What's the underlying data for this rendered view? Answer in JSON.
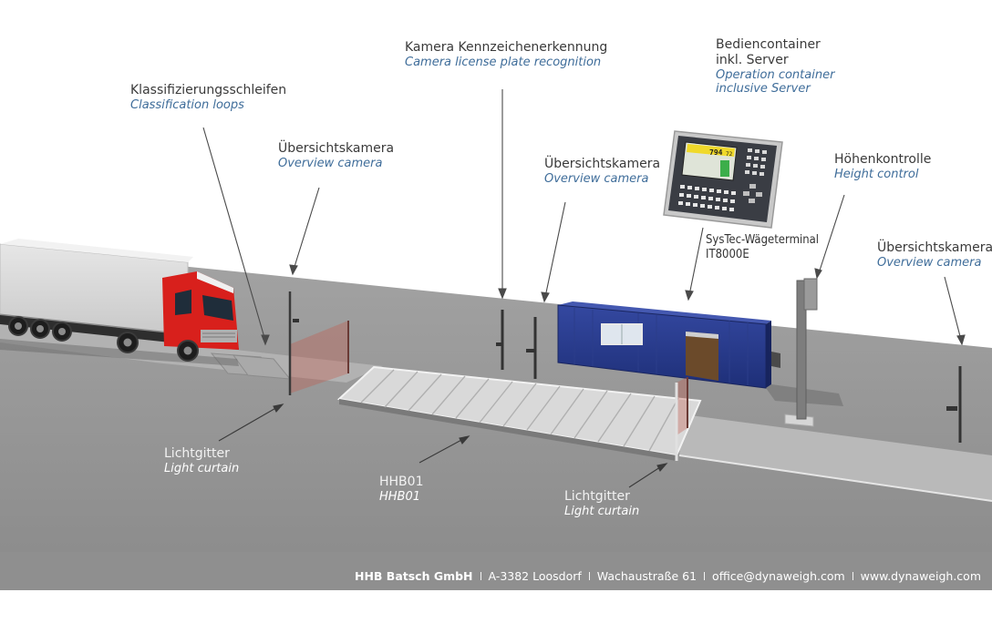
{
  "labels": {
    "classification_loops": {
      "de": "Klassifizierungsschleifen",
      "en": "Classification loops"
    },
    "overview_camera_1": {
      "de": "Übersichtskamera",
      "en": "Overview camera"
    },
    "license_plate_camera": {
      "de": "Kamera Kennzeichenerkennung",
      "en": "Camera license plate recognition"
    },
    "operation_container": {
      "de_line1": "Bediencontainer",
      "de_line2": "inkl. Server",
      "en_line1": "Operation container",
      "en_line2": "inclusive Server"
    },
    "overview_camera_2": {
      "de": "Übersichtskamera",
      "en": "Overview camera"
    },
    "height_control": {
      "de": "Höhenkontrolle",
      "en": "Height control"
    },
    "overview_camera_3": {
      "de": "Übersichtskamera",
      "en": "Overview camera"
    },
    "weighing_terminal": {
      "line1": "SysTec-Wägeterminal",
      "line2": "IT8000E"
    },
    "light_curtain_1": {
      "de": "Lichtgitter",
      "en": "Light curtain"
    },
    "scale": {
      "de": "HHB01",
      "en": "HHB01"
    },
    "light_curtain_2": {
      "de": "Lichtgitter",
      "en": "Light curtain"
    }
  },
  "terminal_screen": {
    "display_value": "794",
    "side_value": "72"
  },
  "footer": {
    "company": "HHB Batsch GmbH",
    "address": "A-3382 Loosdorf",
    "street": "Wachaustraße 61",
    "email": "office@dynaweigh.com",
    "website": "www.dynaweigh.com"
  },
  "colors": {
    "background": "#ffffff",
    "ground": "#8f8f8f",
    "label_text": "#3a3a3a",
    "label_english": "#3f6d9a",
    "truck_cab": "#d8201c",
    "container": "#2a3f8f",
    "light_curtain": "#c45a4a"
  }
}
